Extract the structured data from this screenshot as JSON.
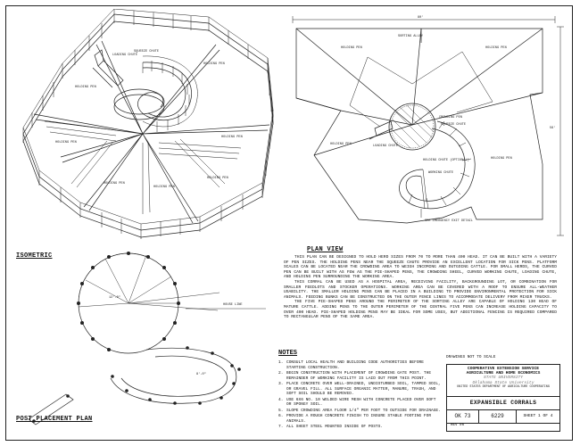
{
  "views": {
    "isometric": {
      "title": "ISOMETRIC",
      "labels": {
        "loading_chute": "LOADING CHUTE",
        "squeeze_chute": "SQUEEZE CHUTE",
        "holding_pen_a": "HOLDING PEN",
        "holding_pen_b": "HOLDING PEN",
        "holding_pen_c": "HOLDING PEN",
        "holding_pen_d": "HOLDING PEN",
        "holding_pen_e": "HOLDING PEN",
        "holding_pen_f": "HOLDING PEN",
        "holding_pen_g": "HOLDING PEN"
      }
    },
    "plan": {
      "title": "PLAN VIEW",
      "labels": {
        "sorting_alley": "SORTING ALLEY",
        "crowding_pen": "CROWDING PEN",
        "squeeze_chute": "SQUEEZE CHUTE",
        "loading_chute": "LOADING CHUTE",
        "holding_chute": "HOLDING CHUTE (OPTIONAL)",
        "working_chute": "WORKING CHUTE",
        "emergency_exit": "SEE EMERGENCY EXIT DETAIL",
        "dim_top": "80'",
        "dim_side": "56'",
        "pen_a": "HOLDING PEN",
        "pen_b": "HOLDING PEN",
        "pen_c": "HOLDING PEN",
        "pen_d": "HOLDING PEN"
      }
    },
    "post_placement": {
      "title": "POST PLACEMENT PLAN",
      "labels": {
        "house_line": "HOUSE LINE",
        "radius_a": "12'-0\"",
        "radius_b": "8'-0\""
      }
    }
  },
  "description": [
    "THIS PLAN CAN BE DESIGNED TO HOLD HERD SIZES FROM 70 TO MORE THAN 400 HEAD. IT CAN BE BUILT WITH A VARIETY OF PEN SIZES. THE HOLDING PENS NEAR THE SQUEEZE CHUTE PROVIDE AN EXCELLENT LOCATION FOR SICK PENS. PLATFORM SCALES CAN BE LOCATED NEAR THE CROWDING AREA TO WEIGH INCOMING AND OUTGOING CATTLE. FOR SMALL HERDS, THE CURVED PEN CAN BE BUILT WITH AS FEW AS THE PIE-SHAPED PENS, THE CROWDING SHEEL, CURVED WORKING CHUTE, LOADING CHUTE, AND HOLDING PEN SURROUNDING THE WORKING AREA.",
    "THIS CORRAL CAN BE USED AS A HOSPITAL AREA, RECEIVING FACILITY, BACKGROUNDING LOT, OR COMBINATION FOR SMALLER FEEDLOTS AND STOCKER OPERATIONS. WORKING AREA CAN BE COVERED WITH A ROOF TO ENSURE ALL-WEATHER USABILITY. THE SMALLER HOLDING PENS CAN BE PLACED IN A BUILDING TO PROVIDE ENVIRONMENTAL PROTECTION FOR SICK ANIMALS. FEEDING BUNKS CAN BE CONSTRUCTED ON THE OUTER FENCE LINES TO ACCOMMODATE DELIVERY FROM MIXER TRUCKS.",
    "THE FIVE PIE-SHAPED PENS AROUND THE PERIMETER OF THE SORTING ALLEY ARE CAPABLE OF HOLDING 130 HEAD OF MATURE CATTLE. ADDING PENS TO THE OUTER PERIMETER OF THE CENTRAL FIVE PENS CAN INCREASE HOLDING CAPACITY TO OVER 400 HEAD. PIE-SHAPED HOLDING PENS MAY BE IDEAL FOR SOME USES, BUT ADDITIONAL FENCING IS REQUIRED COMPARED TO RECTANGULAR PENS OF THE SAME AREA."
  ],
  "notes": {
    "title": "NOTES",
    "items": [
      {
        "num": "1.",
        "text": "CONSULT LOCAL HEALTH AND BUILDING CODE AUTHORITIES BEFORE STARTING CONSTRUCTION."
      },
      {
        "num": "2.",
        "text": "BEGIN CONSTRUCTION WITH PLACEMENT OF CROWDING GATE POST. THE REMAINDER OF WORKING FACILITY IS LAID OUT FROM THIS POINT."
      },
      {
        "num": "3.",
        "text": "PLACE CONCRETE OVER WELL-DRAINED, UNDISTURBED SOIL, TAMPED SOIL, OR GRAVEL FILL. ALL SURFACE ORGANIC MATTER, MANURE, TRASH, AND SOFT SOIL SHOULD BE REMOVED."
      },
      {
        "num": "4.",
        "text": "USE 6X6 NO. 10 WELDED WIRE MESH WITH CONCRETE PLACED OVER SOFT OR SPONGY SOIL."
      },
      {
        "num": "5.",
        "text": "SLOPE CROWDING AREA FLOOR 1/4\" PER FOOT TO OUTSIDE FOR DRAINAGE."
      },
      {
        "num": "6.",
        "text": "PROVIDE A ROUGH CONCRETE FINISH TO INSURE STABLE FOOTING FOR ANIMALS."
      },
      {
        "num": "7.",
        "text": "ALL SHEET STEEL MOUNTED INSIDE OF POSTS."
      }
    ]
  },
  "title_block": {
    "not_to_scale": "DRAWINGS NOT TO SCALE",
    "org_line1": "COOPERATIVE EXTENSION SERVICE",
    "org_line2": "AGRICULTURE AND HOME ECONOMICS",
    "org_line3": "STATE UNIVERSITY",
    "org_line4": "Oklahoma State University",
    "org_line5": "UNITED STATES DEPARTMENT OF AGRICULTURE COOPERATING",
    "drawing_title": "EXPANSIBLE CORRALS",
    "state": "OK 73",
    "plan_number": "6229",
    "sheet": "SHEET 1 OF 4",
    "revision": "REV 96"
  }
}
